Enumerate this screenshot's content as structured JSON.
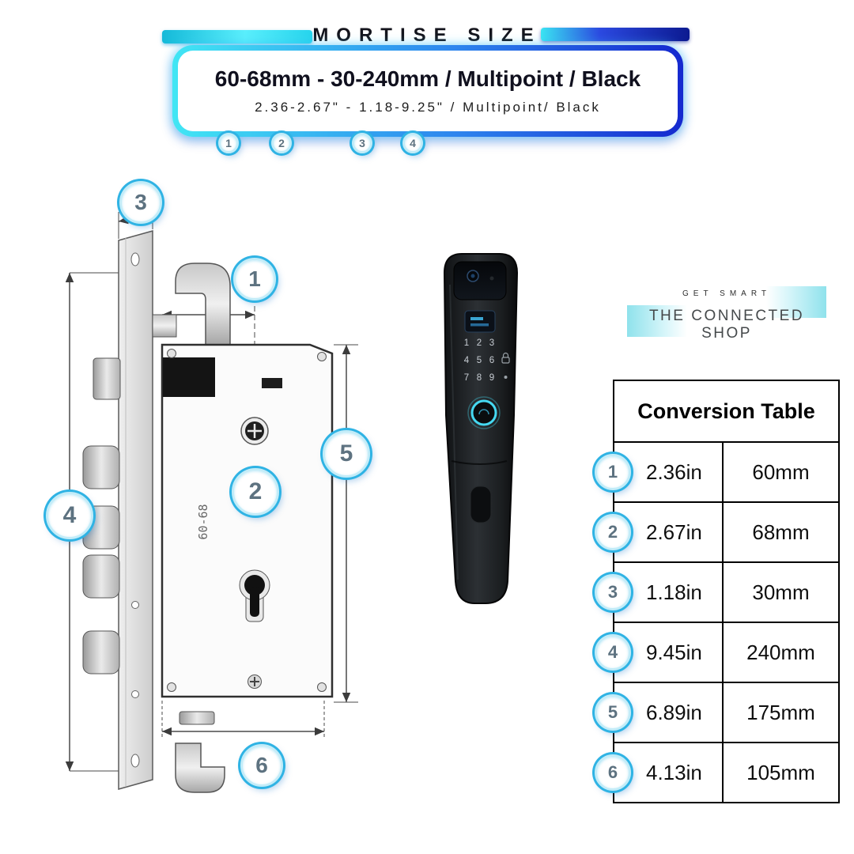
{
  "header": {
    "kicker": "MORTISE SIZE",
    "title": "60-68mm - 30-240mm / Multipoint / Black",
    "subtitle": "2.36-2.67\" - 1.18-9.25\" / Multipoint/ Black",
    "step_badges": [
      "1",
      "2",
      "3",
      "4"
    ]
  },
  "diagram": {
    "callouts": [
      "1",
      "2",
      "3",
      "4",
      "5",
      "6"
    ],
    "engraving": "60-68"
  },
  "product": {
    "keypad": [
      "1",
      "2",
      "3",
      "4",
      "5",
      "6",
      "7",
      "8",
      "9"
    ]
  },
  "brand": {
    "tagline": "GET SMART",
    "name": "THE CONNECTED SHOP"
  },
  "conversion_table": {
    "title": "Conversion Table",
    "rows": [
      {
        "num": "1",
        "inches": "2.36in",
        "mm": "60mm"
      },
      {
        "num": "2",
        "inches": "2.67in",
        "mm": "68mm"
      },
      {
        "num": "3",
        "inches": "1.18in",
        "mm": "30mm"
      },
      {
        "num": "4",
        "inches": "9.45in",
        "mm": "240mm"
      },
      {
        "num": "5",
        "inches": "6.89in",
        "mm": "175mm"
      },
      {
        "num": "6",
        "inches": "4.13in",
        "mm": "105mm"
      }
    ]
  },
  "colors": {
    "accent_cyan": "#35dff0",
    "accent_blue": "#1733d6",
    "badge_ring": "#2fb3e4",
    "text_dark": "#10101e"
  }
}
